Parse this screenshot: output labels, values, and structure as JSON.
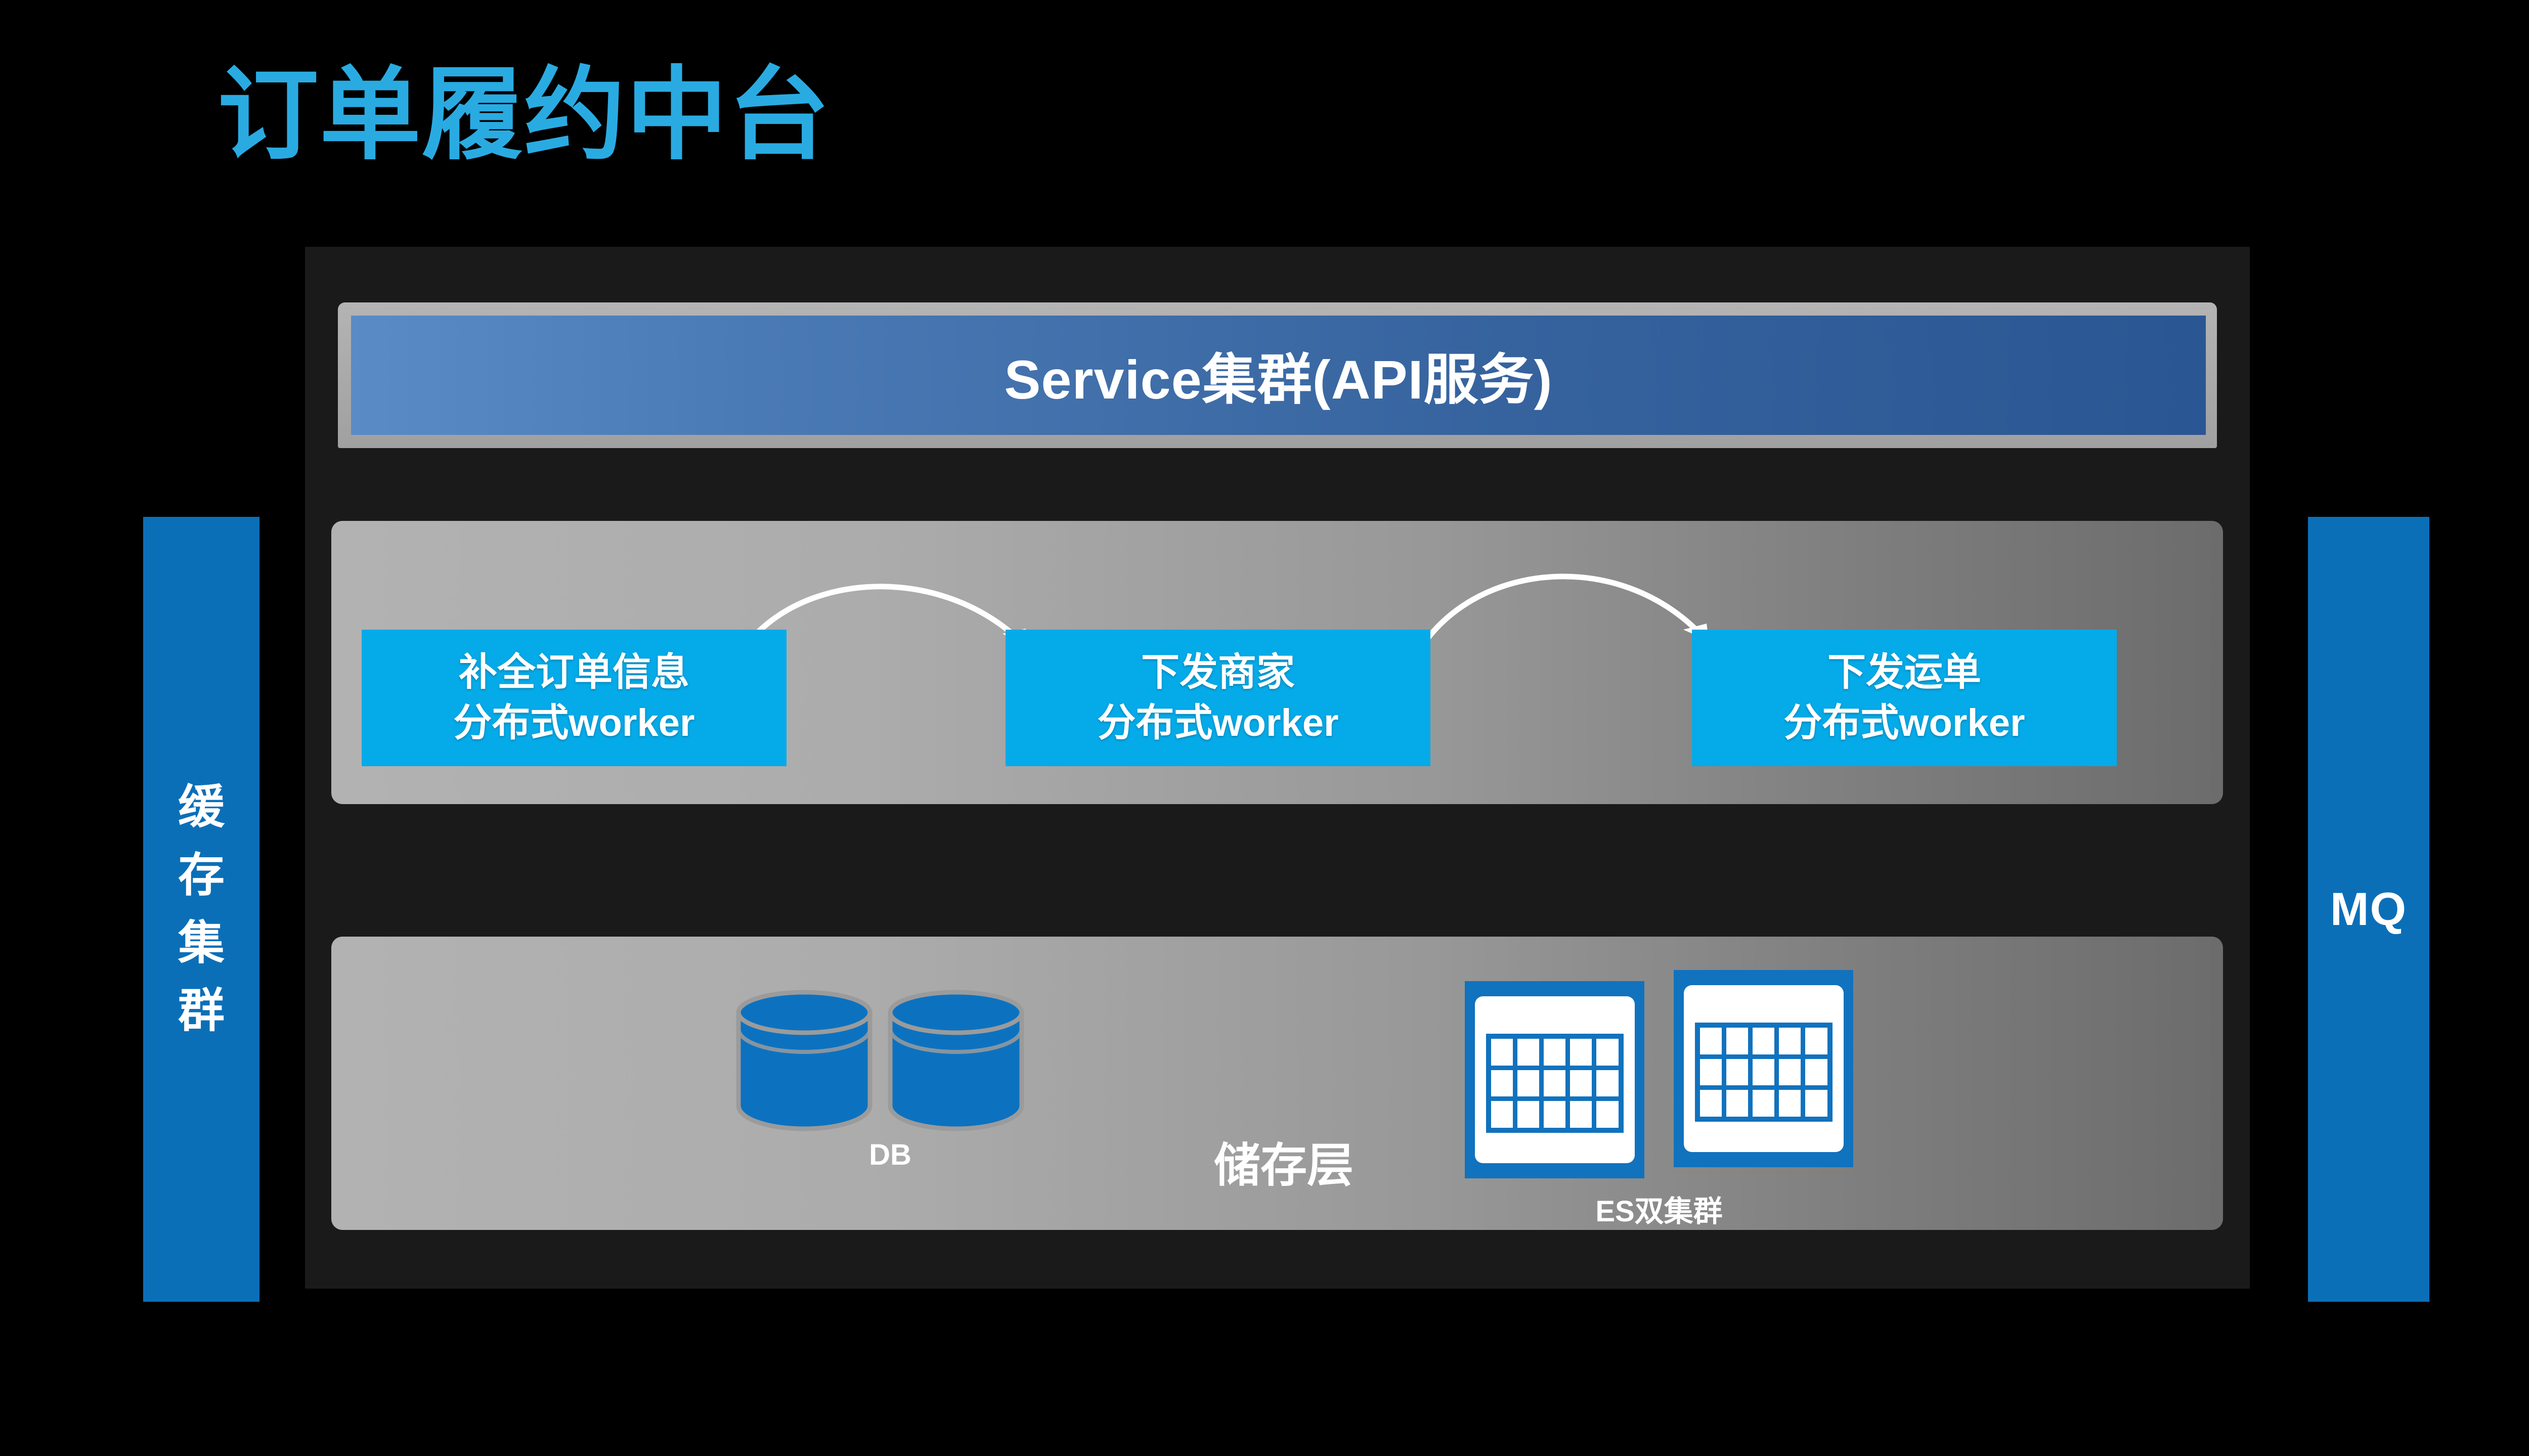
{
  "title": "订单履约中台",
  "accent_colors": {
    "title_blue": "#29ABE2",
    "worker_blue": "#05AAE8",
    "side_column_blue": "#0B6FB8",
    "service_bar_blue": "#36639E",
    "band_gray": "#A0A0A0",
    "panel_dark": "#1A1A1A",
    "background": "#000000"
  },
  "service_layer": {
    "label": "Service集群(API服务)"
  },
  "worker_layer": {
    "workers": [
      {
        "line1": "补全订单信息",
        "line2": "分布式worker"
      },
      {
        "line1": "下发商家",
        "line2": "分布式worker"
      },
      {
        "line1": "下发运单",
        "line2": "分布式worker"
      }
    ],
    "arrows": [
      {
        "from": "补全订单信息分布式worker",
        "to": "下发商家分布式worker"
      },
      {
        "from": "下发商家分布式worker",
        "to": "下发运单分布式worker"
      }
    ]
  },
  "storage_layer": {
    "title": "储存层",
    "db": {
      "label": "DB",
      "count": 2
    },
    "es": {
      "label": "ES双集群",
      "count": 2
    }
  },
  "side_columns": {
    "left": {
      "label": "缓\n存\n集\n群"
    },
    "right": {
      "label": "MQ"
    }
  }
}
